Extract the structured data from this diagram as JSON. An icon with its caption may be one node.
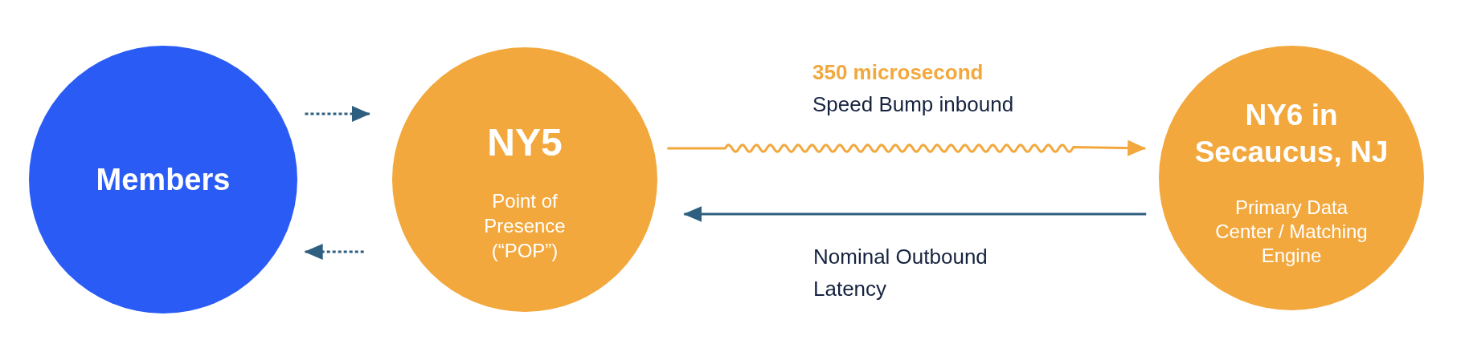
{
  "diagram": {
    "nodes": [
      {
        "text": [
          "Members"
        ]
      },
      {
        "text": [
          "NY5",
          "Point of Presence (“POP”)"
        ]
      },
      {
        "text": [
          "NY6 in Secaucus, NJ",
          "Primary Data Center / Matching Engine"
        ]
      }
    ],
    "edges": [
      {
        "from": 0,
        "to": 1,
        "arrow": "to",
        "style": "dashed"
      },
      {
        "from": 1,
        "to": 0,
        "arrow": "to",
        "style": "dashed"
      },
      {
        "from": 1,
        "to": 2,
        "arrow": "to",
        "label": "**350 microsecond** Speed Bump inbound",
        "color": "#f2a83d"
      },
      {
        "from": 2,
        "to": 1,
        "arrow": "to",
        "label": "Nominal Outbound Latency"
      }
    ]
  }
}
